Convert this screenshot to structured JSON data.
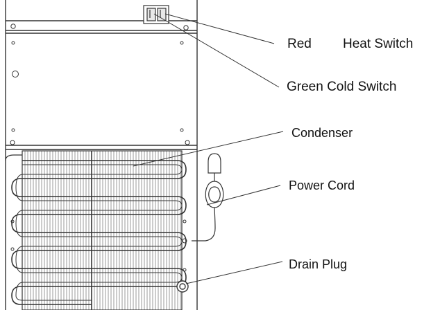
{
  "labels": {
    "red": "Red",
    "heat_switch": "Heat Switch",
    "green_cold_switch": "Green Cold Switch",
    "condenser": "Condenser",
    "power_cord": "Power Cord",
    "drain_plug": "Drain Plug"
  },
  "colors": {
    "line": "#333333",
    "text": "#111111",
    "background": "#ffffff"
  }
}
